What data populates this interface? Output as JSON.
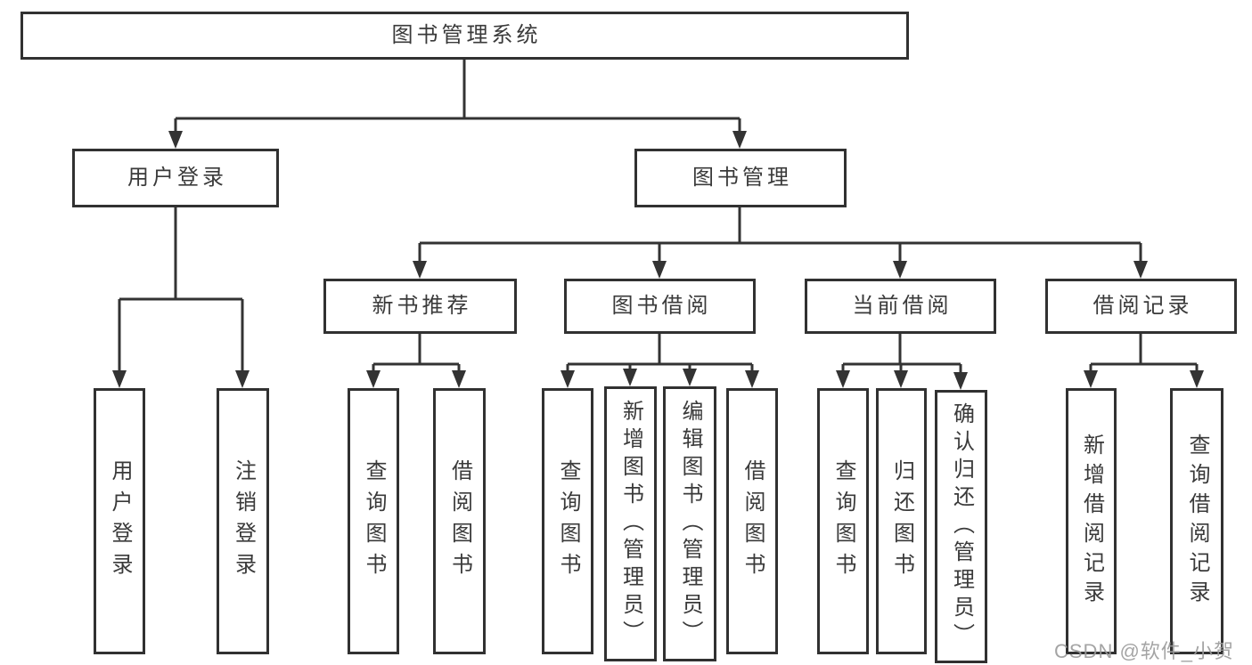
{
  "diagram": {
    "type": "hierarchy-tree",
    "title": "图书管理系统"
  },
  "nodes": {
    "root": {
      "label": "图书管理系统"
    },
    "user_login": {
      "label": "用户登录"
    },
    "book_management": {
      "label": "图书管理"
    },
    "new_book_recommend": {
      "label": "新书推荐"
    },
    "book_borrow": {
      "label": "图书借阅"
    },
    "current_borrow": {
      "label": "当前借阅"
    },
    "borrow_record": {
      "label": "借阅记录"
    },
    "leaf_user_login": {
      "label": "用户登录"
    },
    "leaf_logout": {
      "label": "注销登录"
    },
    "leaf_nbr_query_books": {
      "label": "查询图书"
    },
    "leaf_nbr_borrow_books": {
      "label": "借阅图书"
    },
    "leaf_bb_query_books": {
      "label": "查询图书"
    },
    "leaf_bb_add_books": {
      "label": "新增图书（管理员）"
    },
    "leaf_bb_edit_books": {
      "label": "编辑图书（管理员）"
    },
    "leaf_bb_borrow_books": {
      "label": "借阅图书"
    },
    "leaf_cb_query_books": {
      "label": "查询图书"
    },
    "leaf_cb_return_books": {
      "label": "归还图书"
    },
    "leaf_cb_confirm_return": {
      "label": "确认归还（管理员）"
    },
    "leaf_br_add_record": {
      "label": "新增借阅记录"
    },
    "leaf_br_query_record": {
      "label": "查询借阅记录"
    }
  },
  "colors": {
    "line": "#333333",
    "box_border": "#313131",
    "text": "#3a3a3a",
    "background": "#ffffff",
    "watermark": "#9b9b9b"
  },
  "watermark": {
    "text": "CSDN @软件_小贺同学"
  }
}
